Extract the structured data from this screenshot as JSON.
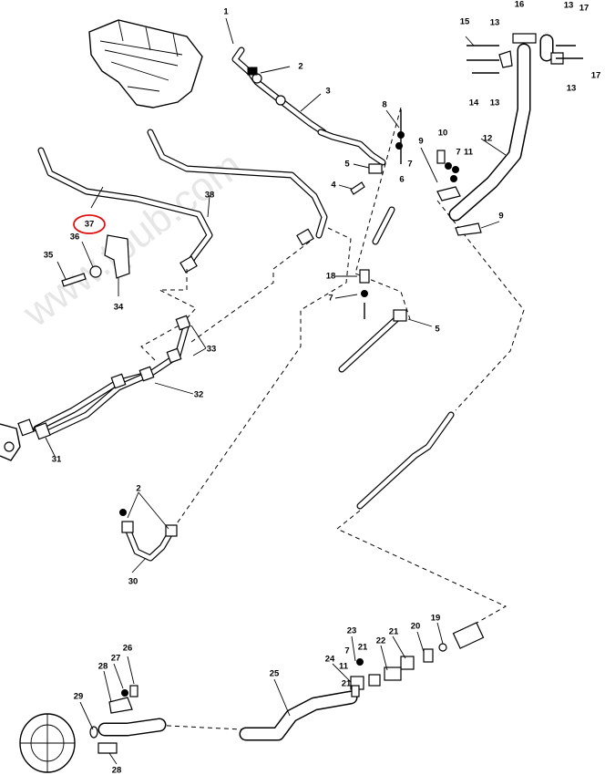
{
  "watermark": "www.tpub.com",
  "highlighted_label": "37",
  "callouts": [
    "1",
    "2",
    "3",
    "4",
    "5",
    "6",
    "7",
    "8",
    "9",
    "10",
    "11",
    "12",
    "13",
    "14",
    "15",
    "16",
    "17",
    "18",
    "19",
    "20",
    "21",
    "22",
    "23",
    "24",
    "25",
    "26",
    "27",
    "28",
    "29",
    "30",
    "31",
    "32",
    "33",
    "34",
    "35",
    "36",
    "37",
    "38"
  ]
}
